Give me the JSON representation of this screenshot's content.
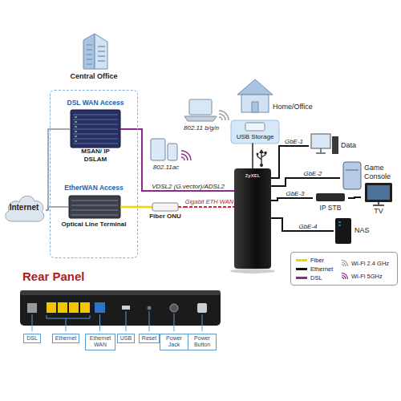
{
  "diagram": {
    "nodes": [
      {
        "text": [
          "Central Office"
        ]
      },
      {
        "text": [
          "DSL WAN Access",
          "MSAN/ IP DSLAM"
        ],
        "in": 0
      },
      {
        "text": [
          "EtherWAN Access",
          "Optical Line Terminal"
        ],
        "in": 0
      },
      {
        "text": [
          "Internet"
        ]
      },
      {
        "text": [
          "Fiber ONU"
        ]
      },
      {
        "text": [
          "ZyXEL"
        ]
      },
      {
        "text": [
          "802.11 b/g/n"
        ]
      },
      {
        "text": [
          "802.11ac"
        ]
      },
      {
        "text": [
          "Home/Office"
        ]
      },
      {
        "text": [
          "USB Storage"
        ]
      },
      {
        "text": [
          "Data"
        ]
      },
      {
        "text": [
          "Game Console"
        ]
      },
      {
        "text": [
          "IP STB"
        ]
      },
      {
        "text": [
          "TV"
        ]
      },
      {
        "text": [
          "NAS"
        ]
      },
      {
        "text": [
          "DSL"
        ]
      },
      {
        "text": [
          "Ethernet"
        ]
      },
      {
        "text": [
          "Ethernet WAN"
        ]
      },
      {
        "text": [
          "USB"
        ]
      },
      {
        "text": [
          "Reset"
        ]
      },
      {
        "text": [
          "Power Jack"
        ]
      },
      {
        "text": [
          "Power Button"
        ]
      }
    ],
    "edges": [
      {
        "from": 3,
        "to": 1,
        "arrow": "none"
      },
      {
        "from": 3,
        "to": 2,
        "arrow": "none"
      },
      {
        "from": 1,
        "to": 5,
        "label": "VDSL2 (G.vector)/ADSL2",
        "arrow": "none"
      },
      {
        "from": 2,
        "to": 4,
        "arrow": "none"
      },
      {
        "from": 4,
        "to": 5,
        "label": "Gigabit ETH WAN",
        "arrow": "none"
      },
      {
        "from": 9,
        "to": 5,
        "arrow": "none"
      },
      {
        "from": 5,
        "to": 10,
        "label": "GbE-1",
        "arrow": "none"
      },
      {
        "from": 5,
        "to": 11,
        "label": "GbE-2",
        "arrow": "none"
      },
      {
        "from": 5,
        "to": 12,
        "label": "GbE-3",
        "arrow": "none"
      },
      {
        "from": 12,
        "to": 13,
        "arrow": "none"
      },
      {
        "from": 5,
        "to": 14,
        "label": "GbE-4",
        "arrow": "none"
      }
    ],
    "labels": [
      "Rear Panel"
    ],
    "legend": [
      {
        "text": "Fiber",
        "color": "#f2d600"
      },
      {
        "text": "Ethernet",
        "color": "#111111"
      },
      {
        "text": "DSL",
        "color": "#8e2a8c"
      },
      {
        "text": "Wi-Fi 2.4 GHz"
      },
      {
        "text": "Wi-Fi 5GHz"
      }
    ]
  }
}
